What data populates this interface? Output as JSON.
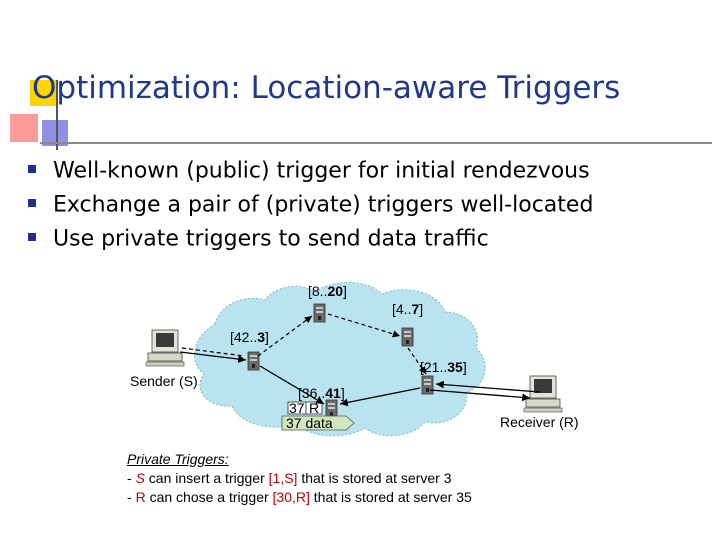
{
  "title": "Optimization: Location-aware Triggers",
  "bullets": [
    "Well-known (public) trigger for initial rendezvous",
    "Exchange a pair of (private) triggers well-located",
    "Use private triggers to send data traffic"
  ],
  "diagram": {
    "sender_label": "Sender (S)",
    "receiver_label": "Receiver (R)",
    "servers": [
      {
        "range_prefix": "[8..",
        "id": "20",
        "suffix": "]"
      },
      {
        "range_prefix": "[4..",
        "id": "7",
        "suffix": "]"
      },
      {
        "range_prefix": "[42..",
        "id": "3",
        "suffix": "]"
      },
      {
        "range_prefix": "[21..",
        "id": "35",
        "suffix": "]"
      },
      {
        "range_prefix": "[36..",
        "id": "41",
        "suffix": "]"
      }
    ],
    "trigger_box": {
      "left": "37",
      "right": "R"
    },
    "packet_label": "37 data"
  },
  "notes": {
    "heading": "Private Triggers:",
    "line1": {
      "dash": "- ",
      "actor": "S",
      "mid": " can insert a trigger ",
      "trigger": "[1,S]",
      "tail": " that is stored at server 3"
    },
    "line2": {
      "dash": "- ",
      "actor": "R",
      "mid": " can chose a trigger ",
      "trigger": "[30,R]",
      "tail": " that is stored at server 35"
    }
  },
  "colors": {
    "title": "#1f3a8a",
    "bullet": "#1f2f8f",
    "cloud": "#b9e3ef",
    "highlight": "#c00000",
    "packet": "#cfe8c0"
  }
}
